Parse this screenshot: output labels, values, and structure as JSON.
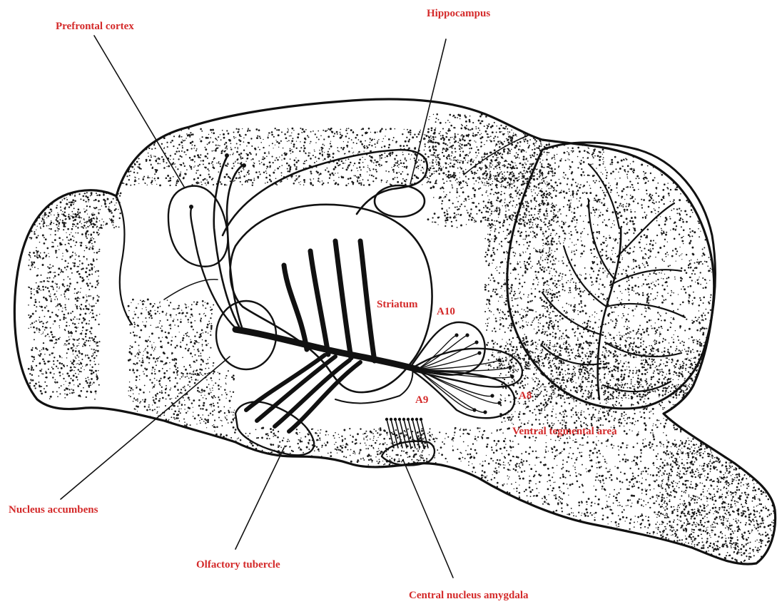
{
  "diagram": {
    "label_color": "#d42a2a",
    "ink_color": "#111111",
    "stipple_color": "#1a1a1a",
    "labels": {
      "prefrontal_cortex": "Prefrontal cortex",
      "hippocampus": "Hippocampus",
      "striatum": "Striatum",
      "a10": "A10",
      "a9": "A9",
      "a8": "A8",
      "ventral_tegmental_area": "Ventral tegmental area",
      "nucleus_accumbens": "Nucleus accumbens",
      "olfactory_tubercle": "Olfactory tubercle",
      "central_nucleus_amygdala": "Central nucleus amygdala"
    }
  }
}
